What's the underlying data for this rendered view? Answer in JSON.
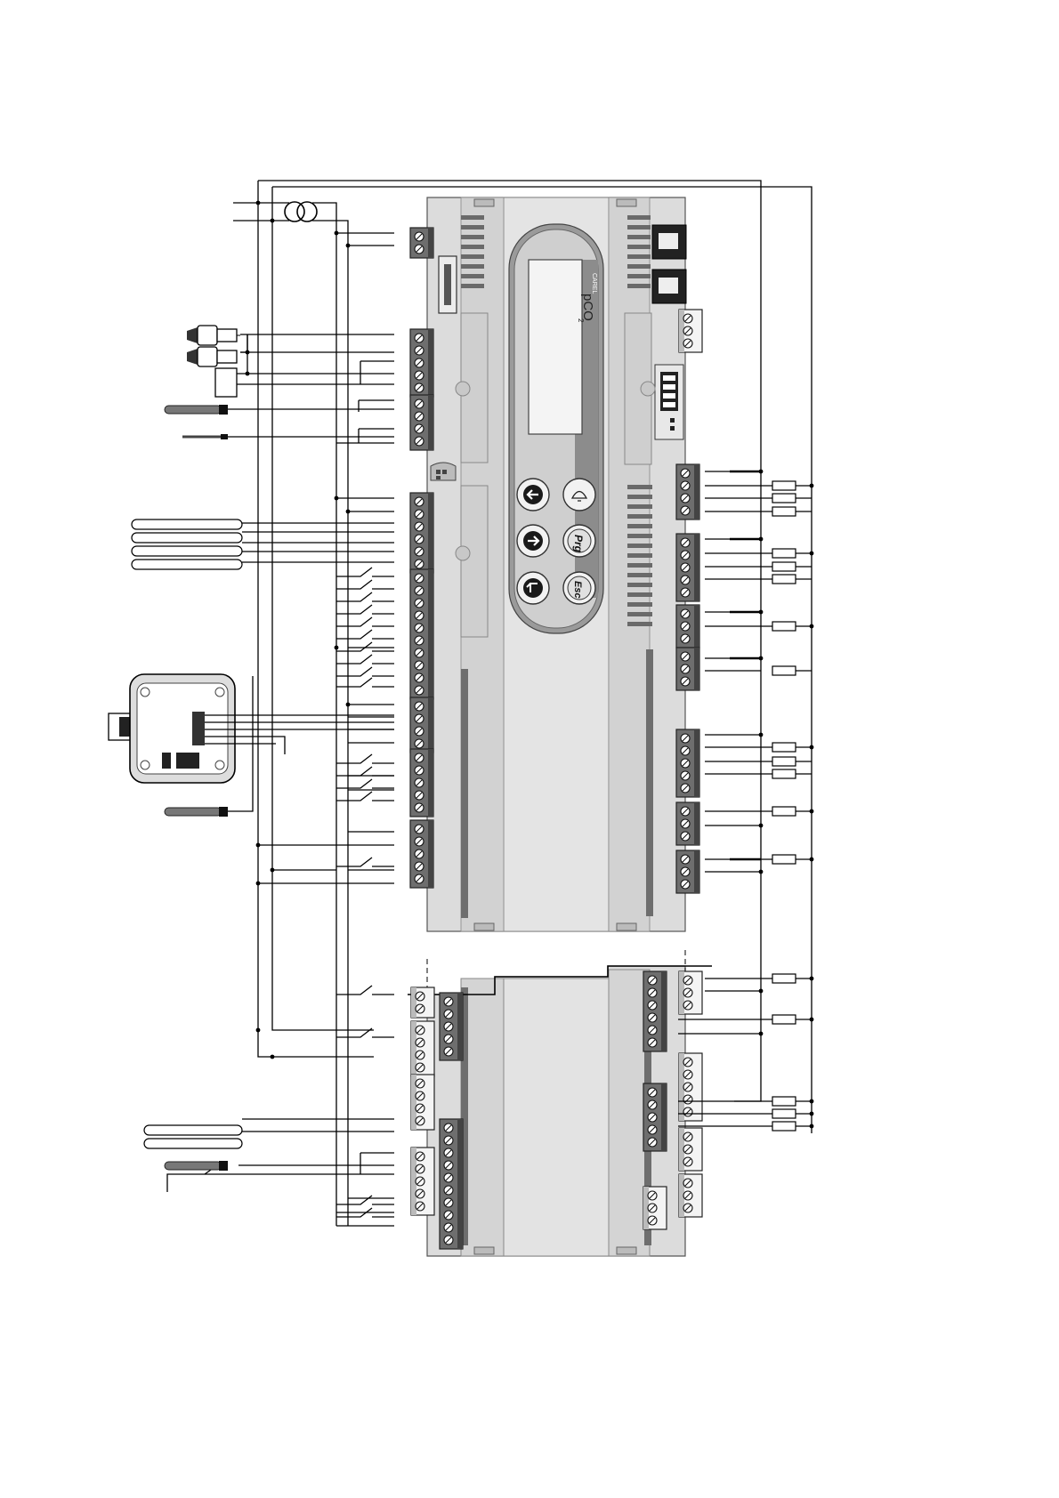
{
  "diagram": {
    "brand_label": "CAREL",
    "product_label": "pCO",
    "product_superscript": "2",
    "keypad": {
      "left_key": "left-arrow-icon",
      "right_key": "right-arrow-icon",
      "enter_key": "enter-icon",
      "alarm_key": "alarm-bell-icon",
      "prg_key": "Prg",
      "esc_key": "Esc"
    },
    "colors": {
      "housing": "#d9d9d9",
      "housing_dark": "#7a7a7a",
      "terminal": "#6e6e6e",
      "wire": "#000000",
      "display": "#f2f2f2"
    }
  }
}
